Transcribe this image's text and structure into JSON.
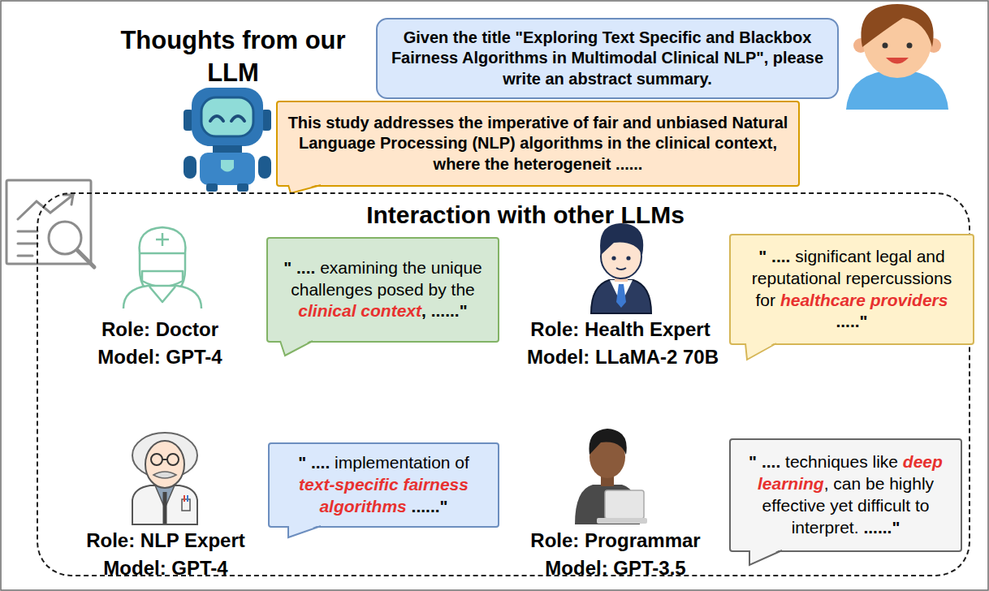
{
  "diagram": {
    "nodes": [
      {
        "text": [
          "Given the title \"Exploring Text Specific and Blackbox Fairness Algorithms in Multimodal Clinical NLP\", please write an abstract summary."
        ]
      },
      {
        "text": [
          "This study addresses the imperative of fair and unbiased Natural Language Processing (NLP) algorithms in the clinical context, where the heterogeneit ......"
        ]
      },
      {
        "text": [
          "Interaction with other LLMs"
        ]
      },
      {
        "text": [
          "\" ....",
          "examining the unique challenges posed by the",
          "clinical context",
          ", ......\""
        ],
        "in": 2
      },
      {
        "text": [
          "\" ....",
          "significant legal and reputational repercussions for",
          "healthcare providers",
          ".....\""
        ],
        "in": 2
      },
      {
        "text": [
          "\" ....",
          "implementation of",
          "text-specific fairness algorithms",
          "......\""
        ],
        "in": 2
      },
      {
        "text": [
          "\" ....",
          "techniques like",
          "deep learning",
          ", can be highly effective yet difficult to interpret.",
          "......\""
        ],
        "in": 2
      }
    ],
    "labels": [
      "Thoughts from our LLM",
      "Role: Doctor",
      "Model: GPT-4",
      "Role: Health Expert",
      "Model: LLaMA-2 70B",
      "Role: NLP Expert",
      "Model: GPT-4",
      "Role: Programmar",
      "Model: GPT-3.5"
    ]
  }
}
